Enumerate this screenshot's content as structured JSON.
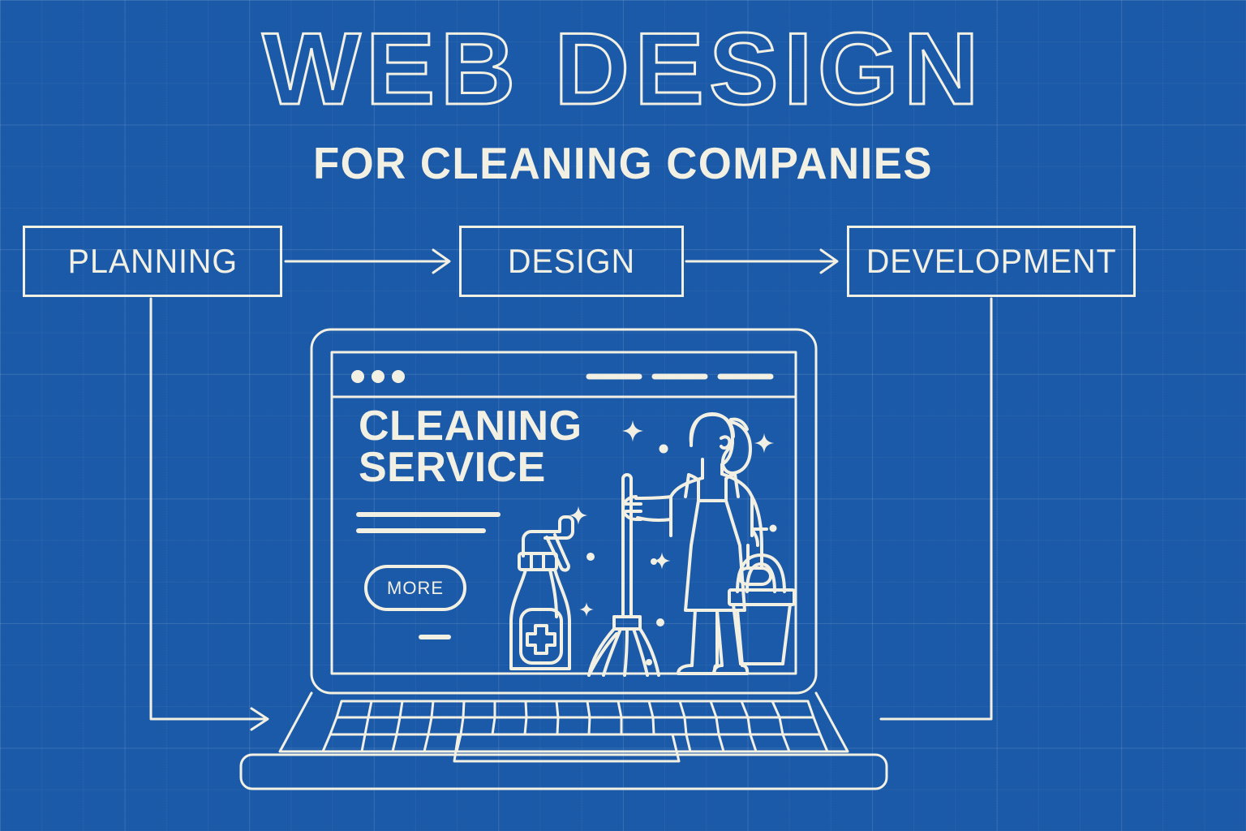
{
  "palette": {
    "background_blue": "#1b5aa8",
    "ink_white": "#f2efe3",
    "grid_line": "rgba(255,255,255,0.085)"
  },
  "header": {
    "title": "WEB DESIGN",
    "subtitle": "FOR CLEANING COMPANIES"
  },
  "process": {
    "steps": [
      {
        "label": "PLANNING"
      },
      {
        "label": "DESIGN"
      },
      {
        "label": "DEVELOPMENT"
      }
    ],
    "connector_arrows": 2
  },
  "browser": {
    "traffic_lights": 3,
    "nav_links": 3
  },
  "hero": {
    "headline_line1": "CLEANING",
    "headline_line2": "SERVICE",
    "text_rules": 2,
    "cta_label": "MORE",
    "footer_dash": 1
  },
  "illustration": {
    "figure": "cleaning-lady",
    "props": [
      "mop",
      "bucket",
      "spray-bottle"
    ],
    "sparkles": 5,
    "dots": 6,
    "spray_bottle_label_icon": "plus-cross"
  },
  "device": {
    "type": "laptop",
    "keyboard_rows": 3,
    "has_trackpad": true
  }
}
